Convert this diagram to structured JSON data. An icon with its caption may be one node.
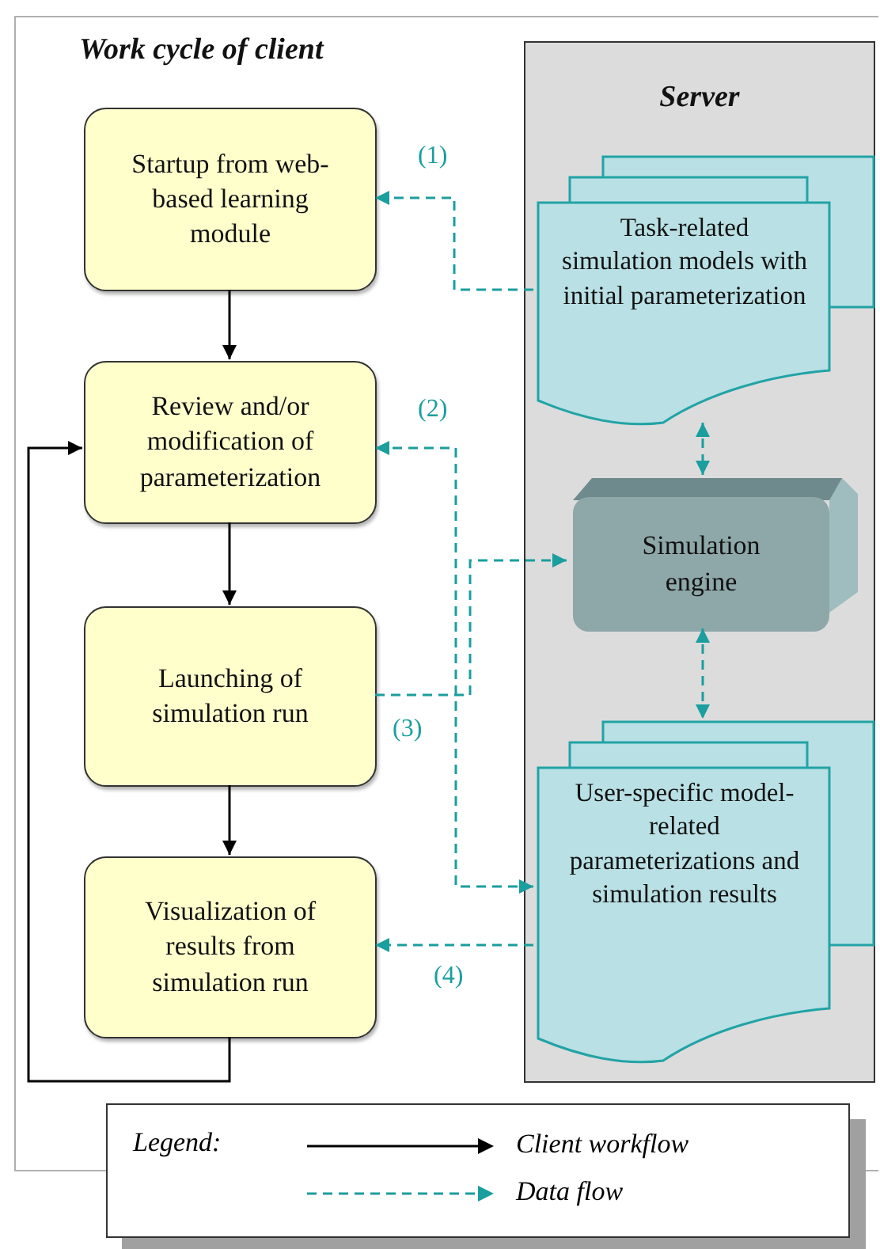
{
  "diagram": {
    "nodes": [
      {
        "text": [
          "Work cycle of client"
        ]
      },
      {
        "text": [
          "Server"
        ],
        "in": 0
      },
      {
        "text": [
          "Startup from web-based learning module"
        ],
        "in": 0
      },
      {
        "text": [
          "Review and/or modification of parameterization"
        ],
        "in": 0
      },
      {
        "text": [
          "Launching of simulation run"
        ],
        "in": 0
      },
      {
        "text": [
          "Visualization of results from simulation run"
        ],
        "in": 0
      },
      {
        "text": [
          "Task-related simulation models with initial parameterization"
        ],
        "in": 1
      },
      {
        "text": [
          "Simulation engine"
        ],
        "in": 1
      },
      {
        "text": [
          "User-specific model-related parameterizations and simulation results"
        ],
        "in": 1
      }
    ],
    "edges": [
      {
        "from": 2,
        "to": 3,
        "arrow": "to",
        "color": "#000000"
      },
      {
        "from": 3,
        "to": 4,
        "arrow": "to",
        "color": "#000000"
      },
      {
        "from": 4,
        "to": 5,
        "arrow": "to",
        "color": "#000000"
      },
      {
        "from": 5,
        "to": 3,
        "arrow": "to",
        "color": "#000000"
      },
      {
        "from": 6,
        "to": 2,
        "arrow": "to",
        "style": "dashed",
        "label": "(1)"
      },
      {
        "from": 8,
        "to": 3,
        "arrow": "both",
        "style": "dashed",
        "label": "(2)"
      },
      {
        "from": 4,
        "to": 7,
        "arrow": "to",
        "style": "dashed",
        "label": "(3)"
      },
      {
        "from": 8,
        "to": 5,
        "arrow": "to",
        "style": "dashed",
        "label": "(4)"
      },
      {
        "from": 6,
        "to": 7,
        "arrow": "both",
        "style": "dashed"
      },
      {
        "from": 7,
        "to": 8,
        "arrow": "both",
        "style": "dashed"
      }
    ],
    "labels": [
      "Legend:"
    ],
    "legend": [
      {
        "text": "Client workflow"
      },
      {
        "text": "Data flow"
      }
    ]
  }
}
